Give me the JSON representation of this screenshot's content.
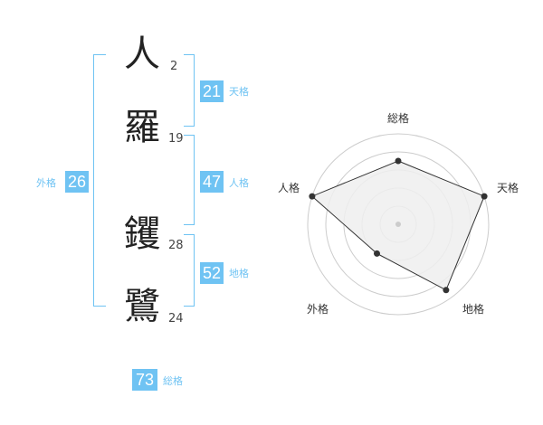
{
  "characters": [
    {
      "kanji": "人",
      "strokes": "2"
    },
    {
      "kanji": "羅",
      "strokes": "19"
    },
    {
      "kanji": "钁",
      "strokes": "28"
    },
    {
      "kanji": "鷺",
      "strokes": "24"
    }
  ],
  "fortunes": {
    "tenkaku": {
      "value": "21",
      "label": "天格"
    },
    "jinkaku": {
      "value": "47",
      "label": "人格"
    },
    "chikaku": {
      "value": "52",
      "label": "地格"
    },
    "gaikaku": {
      "value": "26",
      "label": "外格"
    },
    "soukaku": {
      "value": "73",
      "label": "総格"
    }
  },
  "radar": {
    "labels": {
      "top": "総格",
      "right": "天格",
      "bottom_right": "地格",
      "bottom_left": "外格",
      "left": "人格"
    },
    "scores": [
      {
        "axis": "総格",
        "value": 0.7
      },
      {
        "axis": "天格",
        "value": 1.0
      },
      {
        "axis": "地格",
        "value": 0.9
      },
      {
        "axis": "外格",
        "value": 0.4
      },
      {
        "axis": "人格",
        "value": 1.0
      }
    ],
    "fill_color": "#efefef",
    "line_color": "#333333",
    "ring_color": "#cccccc"
  },
  "colors": {
    "accent": "#6fc3f3"
  }
}
